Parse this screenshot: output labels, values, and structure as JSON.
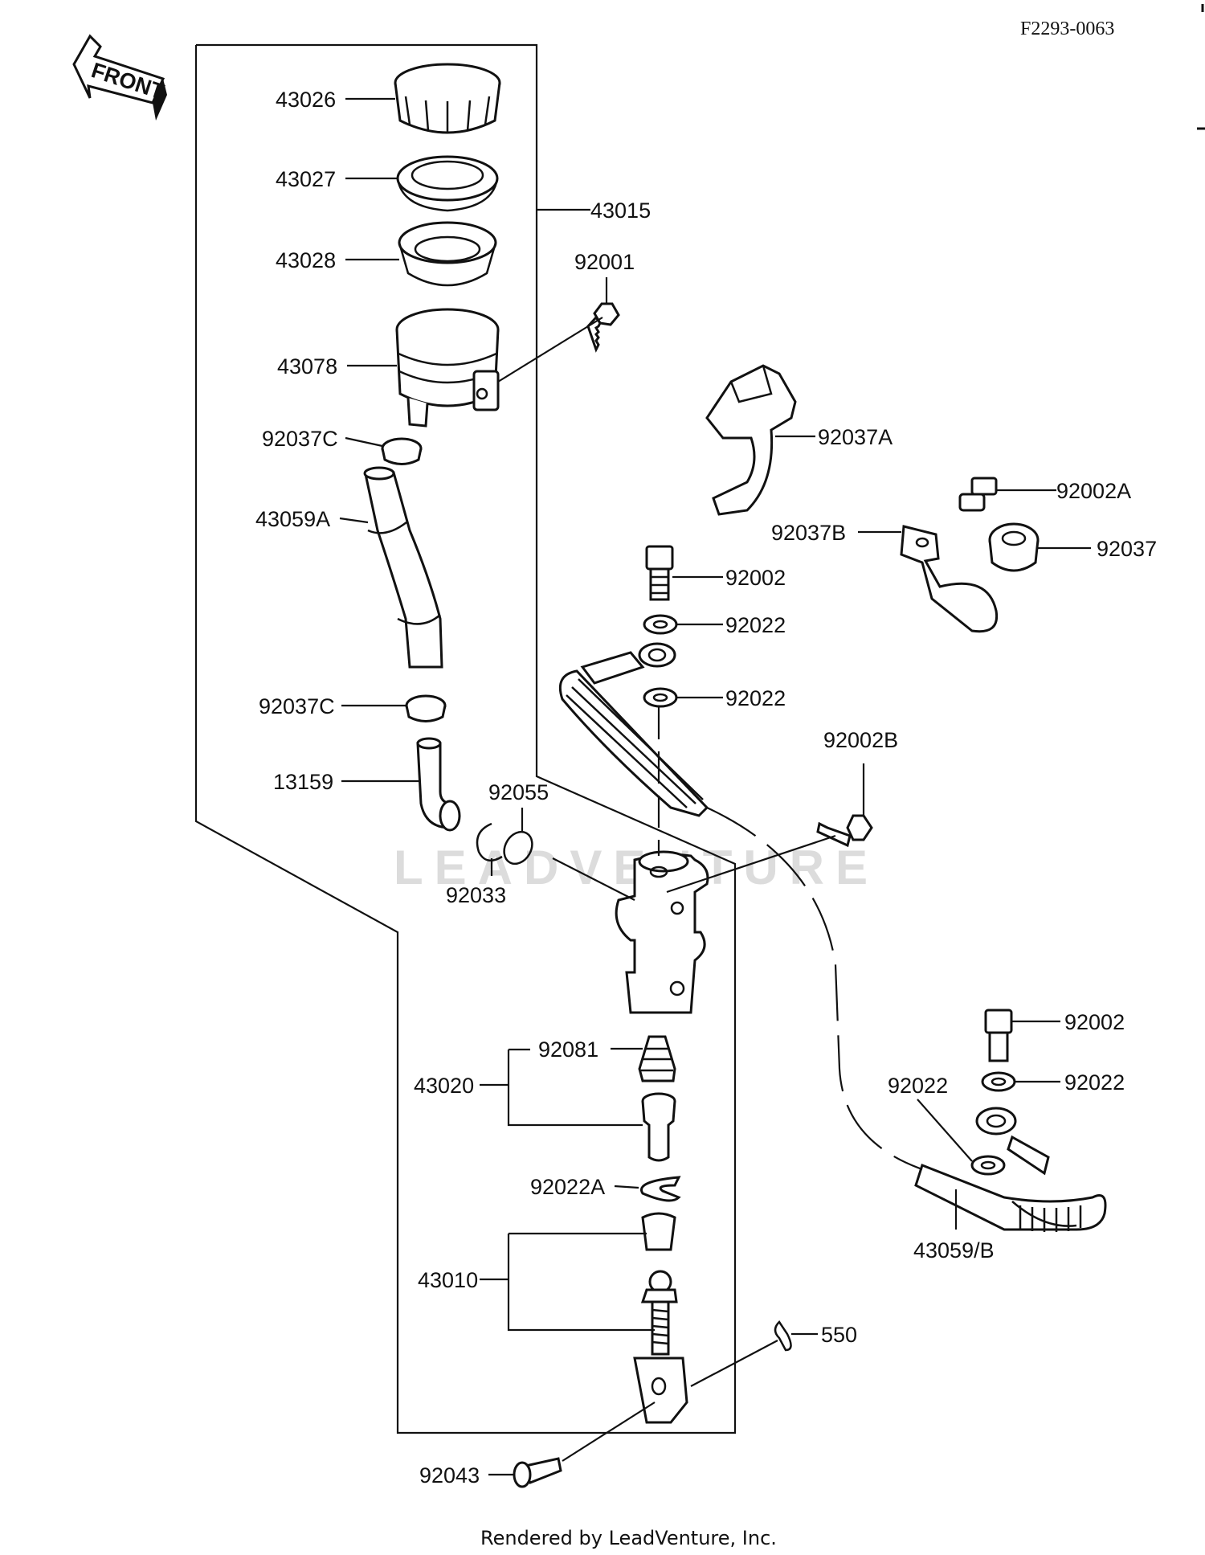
{
  "diagram_code": "F2293-0063",
  "front_label": "FRONT",
  "watermark": "LEADVENTURE",
  "footer": "Rendered by LeadVenture, Inc.",
  "parts": {
    "p43026": "43026",
    "p43027": "43027",
    "p43015": "43015",
    "p43028": "43028",
    "p92001": "92001",
    "p43078": "43078",
    "p92037C_top": "92037C",
    "p92037A": "92037A",
    "p43059A": "43059A",
    "p92002A": "92002A",
    "p92037B": "92037B",
    "p92037": "92037",
    "p92002_top": "92002",
    "p92022_top1": "92022",
    "p92022_top2": "92022",
    "p92037C_bot": "92037C",
    "p92002B": "92002B",
    "p13159": "13159",
    "p92055": "92055",
    "p92033": "92033",
    "p92081": "92081",
    "p43020": "43020",
    "p92002_right": "92002",
    "p92022_right": "92022",
    "p92022_mid": "92022",
    "p92022A": "92022A",
    "p43059B": "43059/B",
    "p43010": "43010",
    "p550": "550",
    "p92043": "92043"
  }
}
